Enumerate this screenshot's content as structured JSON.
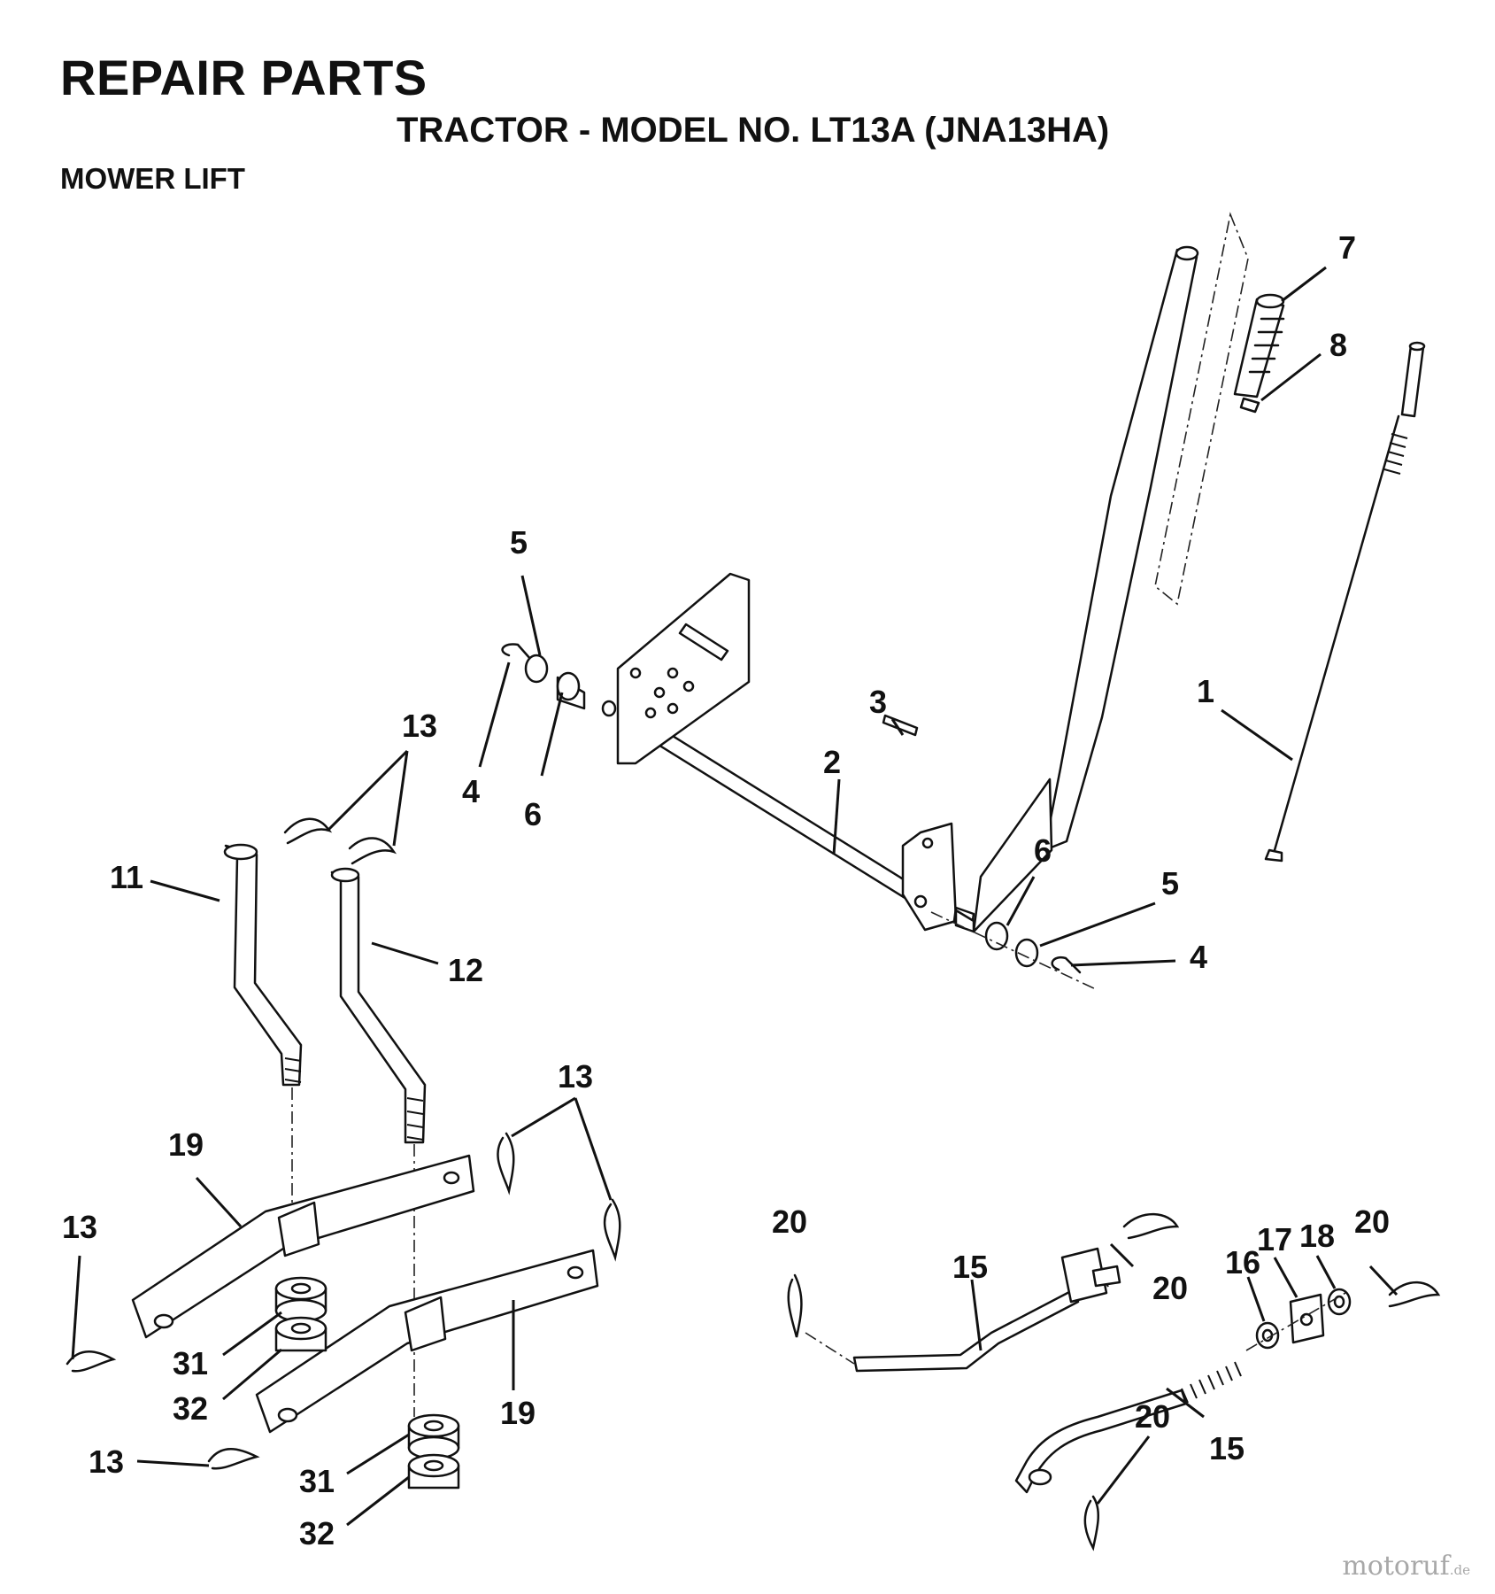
{
  "header": {
    "title": "REPAIR PARTS",
    "subtitle": "TRACTOR - MODEL NO. LT13A (JNA13HA)",
    "section": "MOWER LIFT"
  },
  "callouts": {
    "n1": "1",
    "n2": "2",
    "n3": "3",
    "n4a": "4",
    "n4b": "4",
    "n5a": "5",
    "n5b": "5",
    "n6a": "6",
    "n6b": "6",
    "n7": "7",
    "n8": "8",
    "n11": "11",
    "n12": "12",
    "n13a": "13",
    "n13b": "13",
    "n13c": "13",
    "n13d": "13",
    "n15a": "15",
    "n15b": "15",
    "n16": "16",
    "n17": "17",
    "n18": "18",
    "n19a": "19",
    "n19b": "19",
    "n20a": "20",
    "n20b": "20",
    "n20c": "20",
    "n20d": "20",
    "n31a": "31",
    "n31b": "31",
    "n32a": "32",
    "n32b": "32"
  },
  "watermark": {
    "name": "motoruf",
    "tld": ".de"
  }
}
